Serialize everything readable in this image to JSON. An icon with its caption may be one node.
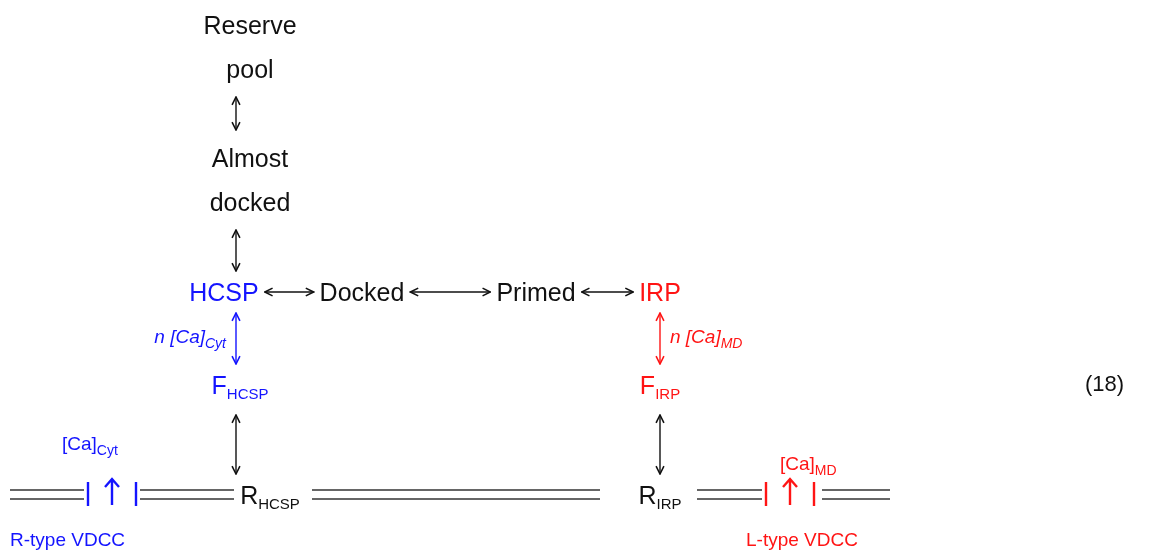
{
  "diagram": {
    "nodes": [
      {
        "text": [
          "Reserve pool"
        ]
      },
      {
        "text": [
          "Almost docked"
        ]
      },
      {
        "text": [
          "HCSP"
        ]
      },
      {
        "text": [
          "Docked"
        ]
      },
      {
        "text": [
          "Primed"
        ]
      },
      {
        "text": [
          "IRP"
        ]
      },
      {
        "text": [
          "F$_{HCSP}$"
        ]
      },
      {
        "text": [
          "F$_{IRP}$"
        ]
      },
      {
        "text": [
          "R$_{HCSP}$"
        ]
      },
      {
        "text": [
          "R$_{IRP}$"
        ]
      }
    ],
    "edges": [
      {
        "from": 0,
        "to": 1,
        "arrow": "both"
      },
      {
        "from": 1,
        "to": 2,
        "arrow": "both"
      },
      {
        "from": 2,
        "to": 3,
        "arrow": "both"
      },
      {
        "from": 3,
        "to": 4,
        "arrow": "both"
      },
      {
        "from": 4,
        "to": 5,
        "arrow": "both"
      },
      {
        "from": 2,
        "to": 6,
        "arrow": "both",
        "label": "n [Ca]$_{Cyt}$",
        "color": "#1414ff"
      },
      {
        "from": 5,
        "to": 7,
        "arrow": "both",
        "label": "n [Ca]$_{MD}$",
        "color": "#ff1414"
      },
      {
        "from": 6,
        "to": 8,
        "arrow": "both"
      },
      {
        "from": 7,
        "to": 9,
        "arrow": "both"
      }
    ],
    "labels": [
      "[Ca]$_{Cyt}$",
      "[Ca]$_{MD}$",
      "R-type VDCC",
      "L-type VDCC",
      "(18)"
    ]
  }
}
